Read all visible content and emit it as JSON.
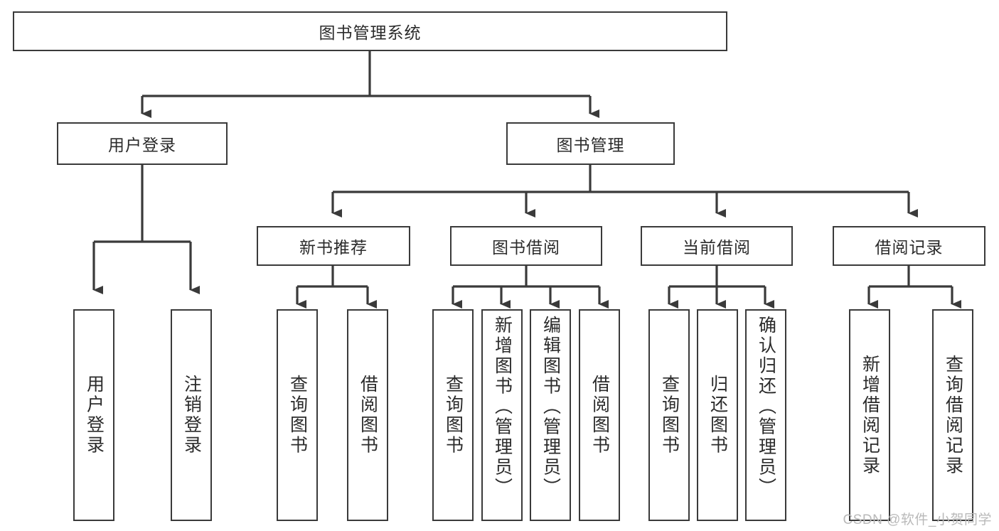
{
  "diagram": {
    "type": "tree-hierarchy",
    "title": "图书管理系统",
    "colors": {
      "stroke": "#3a3a3a",
      "fill": "#ffffff",
      "text": "#2b2b2b",
      "watermark": "#b9b9b9",
      "background": "#ffffff"
    },
    "root": {
      "label": "图书管理系统"
    },
    "level2": [
      {
        "label": "用户登录"
      },
      {
        "label": "图书管理"
      }
    ],
    "level3": [
      {
        "label": "新书推荐"
      },
      {
        "label": "图书借阅"
      },
      {
        "label": "当前借阅"
      },
      {
        "label": "借阅记录"
      }
    ],
    "leaves": {
      "user_login": [
        {
          "label": "用户登录"
        },
        {
          "label": "注销登录"
        }
      ],
      "new_book_recommend": [
        {
          "label": "查询图书"
        },
        {
          "label": "借阅图书"
        }
      ],
      "book_borrow": [
        {
          "label": "查询图书"
        },
        {
          "label": "新增图书（管理员）"
        },
        {
          "label": "编辑图书（管理员）"
        },
        {
          "label": "借阅图书"
        }
      ],
      "current_borrow": [
        {
          "label": "查询图书"
        },
        {
          "label": "归还图书"
        },
        {
          "label": "确认归还（管理员）"
        }
      ],
      "borrow_record": [
        {
          "label": "新增借阅记录"
        },
        {
          "label": "查询借阅记录"
        }
      ]
    }
  },
  "watermark": {
    "text": "CSDN @软件_小贺同学"
  }
}
